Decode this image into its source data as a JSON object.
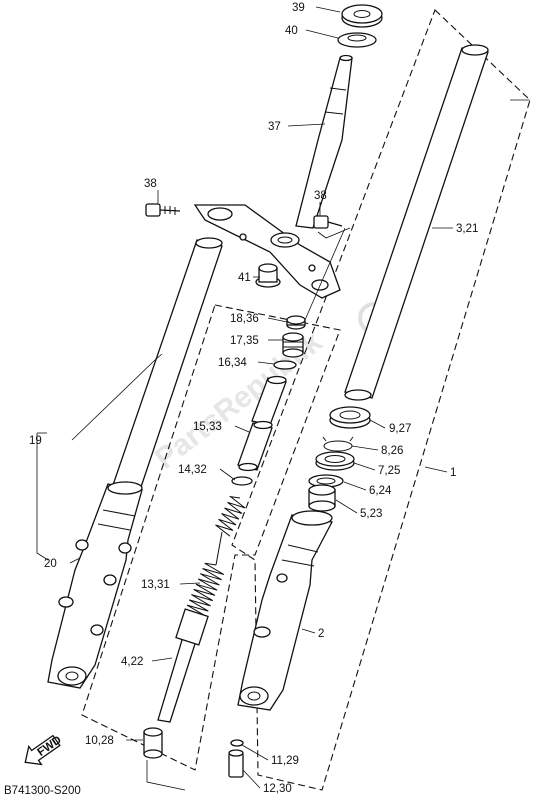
{
  "watermark": "PartsRepublik",
  "diagram_code": "B741300-S200",
  "fwd_label": "FWD",
  "callouts": {
    "c39": "39",
    "c40": "40",
    "c37": "37",
    "c38a": "38",
    "c38b": "38",
    "c3_21": "3,21",
    "c41": "41",
    "c18_36": "18,36",
    "c17_35": "17,35",
    "c16_34": "16,34",
    "c15_33": "15,33",
    "c14_32": "14,32",
    "c13_31": "13,31",
    "c4_22": "4,22",
    "c10_28": "10,28",
    "c9_27": "9,27",
    "c8_26": "8,26",
    "c7_25": "7,25",
    "c6_24": "6,24",
    "c5_23": "5,23",
    "c1": "1",
    "c2": "2",
    "c11_29": "11,29",
    "c12_30": "12,30",
    "c19": "19",
    "c20": "20"
  }
}
